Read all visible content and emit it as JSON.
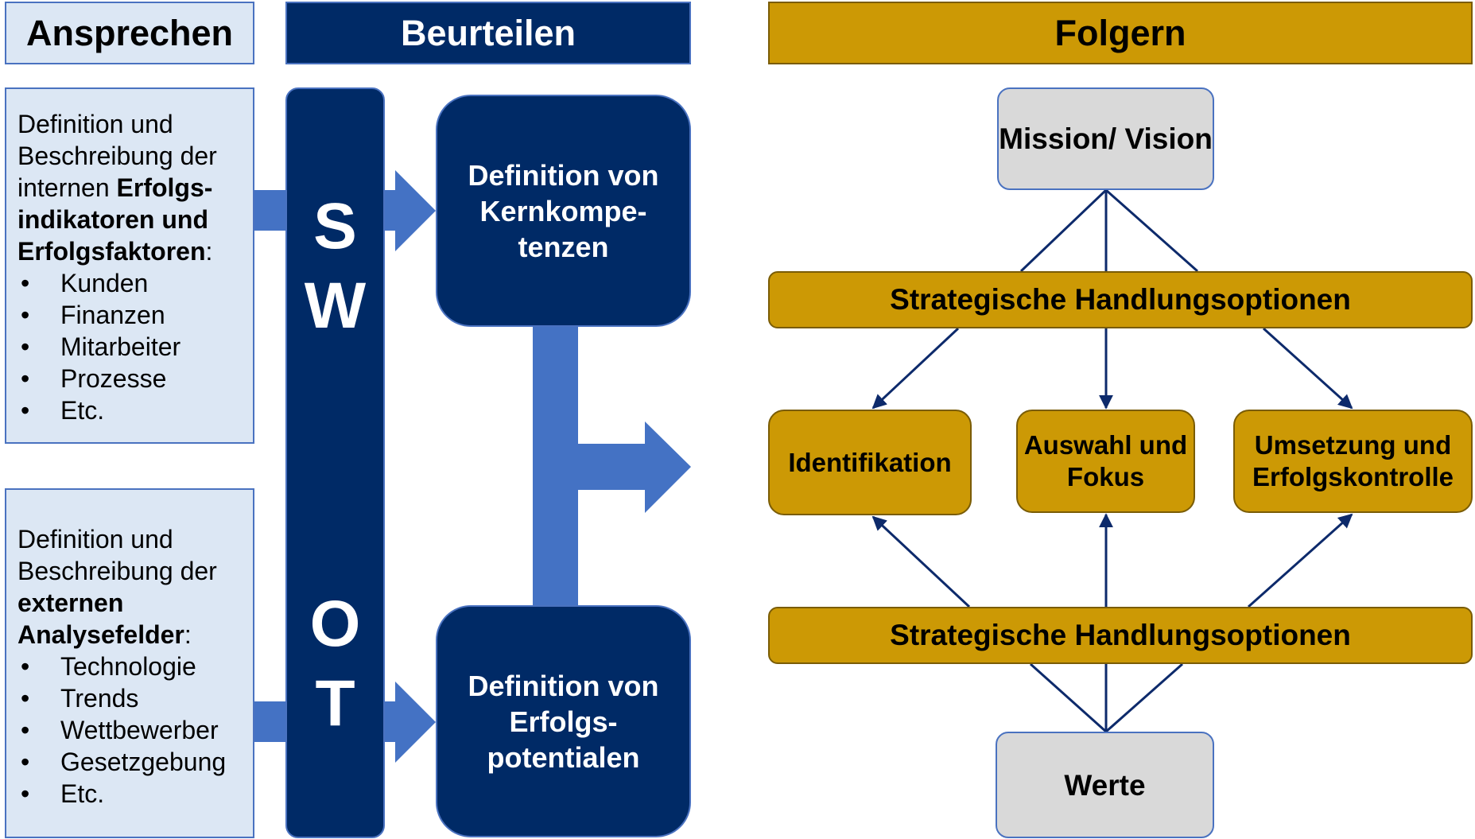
{
  "headers": {
    "ansprechen": "Ansprechen",
    "beurteilen": "Beurteilen",
    "folgern": "Folgern"
  },
  "panel_intern": {
    "intro": "Definition und Beschreibung der internen ",
    "bold": "Erfolgs-indikatoren und Erfolgsfaktoren",
    "suffix": ":",
    "items": [
      "Kunden",
      "Finanzen",
      "Mitarbeiter",
      "Prozesse",
      "Etc."
    ]
  },
  "panel_extern": {
    "intro": "Definition und Beschreibung der ",
    "bold": "externen Analysefelder",
    "suffix": ":",
    "items": [
      "Technologie",
      "Trends",
      "Wettbewerber",
      "Gesetzgebung",
      "Etc."
    ]
  },
  "swot": {
    "s": "S",
    "w": "W",
    "o": "O",
    "t": "T"
  },
  "definitions": {
    "kern": "Definition von Kernkompe-tenzen",
    "erfolg": "Definition von Erfolgs-potentialen"
  },
  "folgern": {
    "mission": "Mission/ Vision",
    "bar_top": "Strategische Handlungsoptionen",
    "identifikation": "Identifikation",
    "auswahl": "Auswahl und Fokus",
    "umsetzung": "Umsetzung und Erfolgskontrolle",
    "bar_bottom": "Strategische Handlungsoptionen",
    "werte": "Werte"
  },
  "colors": {
    "navy": "#002a66",
    "light_blue": "#dce7f4",
    "arrow_blue": "#4472c4",
    "gold": "#cc9905",
    "gray": "#d9d9d9",
    "line_navy": "#0d2a6b"
  }
}
